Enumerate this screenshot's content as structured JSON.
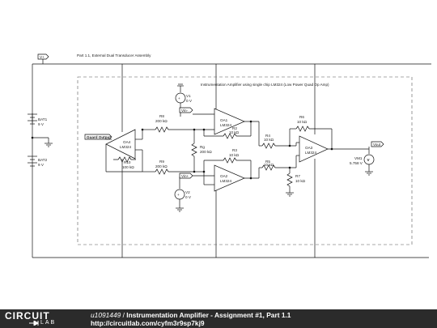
{
  "schematic": {
    "outer_title": "Part 1.1, External Dual Transducer Assembly",
    "inner_title": "Instrumentation Amplifier using single chip LM324 (Low Power Quad Op Amp)",
    "vplus_label": "V+",
    "guard_label": "Guard Output",
    "vin_minus_label": "Vin-",
    "vin_plus_label": "Vin+",
    "vout_label": "Vout",
    "bat1": {
      "name": "BAT1",
      "value": "9 V"
    },
    "bat2": {
      "name": "BAT2",
      "value": "9 V"
    },
    "v1": {
      "name": "V1",
      "value": "0 V"
    },
    "v2": {
      "name": "V2",
      "value": "0 V"
    },
    "vm1": {
      "name": "VM1",
      "value": "5.758 V"
    },
    "oa1": {
      "name": "OA1",
      "part": "LM324"
    },
    "oa2": {
      "name": "OA2",
      "part": "LM324"
    },
    "oa3": {
      "name": "OA3",
      "part": "LM324"
    },
    "oa4": {
      "name": "OA4",
      "part": "LM324"
    },
    "r2": {
      "name": "R2",
      "value": "10 kΩ"
    },
    "r3": {
      "name": "R3",
      "value": "10 kΩ"
    },
    "r4": {
      "name": "R4",
      "value": "10 kΩ"
    },
    "r5": {
      "name": "R5",
      "value": "10 kΩ"
    },
    "r6": {
      "name": "R6",
      "value": "10 kΩ"
    },
    "r7": {
      "name": "R7",
      "value": "10 kΩ"
    },
    "r8": {
      "name": "R8",
      "value": "200 kΩ"
    },
    "r9": {
      "name": "R9",
      "value": "200 kΩ"
    },
    "r10": {
      "name": "R10",
      "value": "100 kΩ"
    },
    "rg": {
      "name": "Rg",
      "value": "200 kΩ"
    }
  },
  "footer": {
    "logo_top": "CIRCUIT",
    "logo_bottom": "LAB",
    "user": "u1091449",
    "separator": " / ",
    "title": "Instrumentation Amplifier - Assignment #1, Part 1.1",
    "url": "http://circuitlab.com/cyfm3r9sp7kj9"
  }
}
